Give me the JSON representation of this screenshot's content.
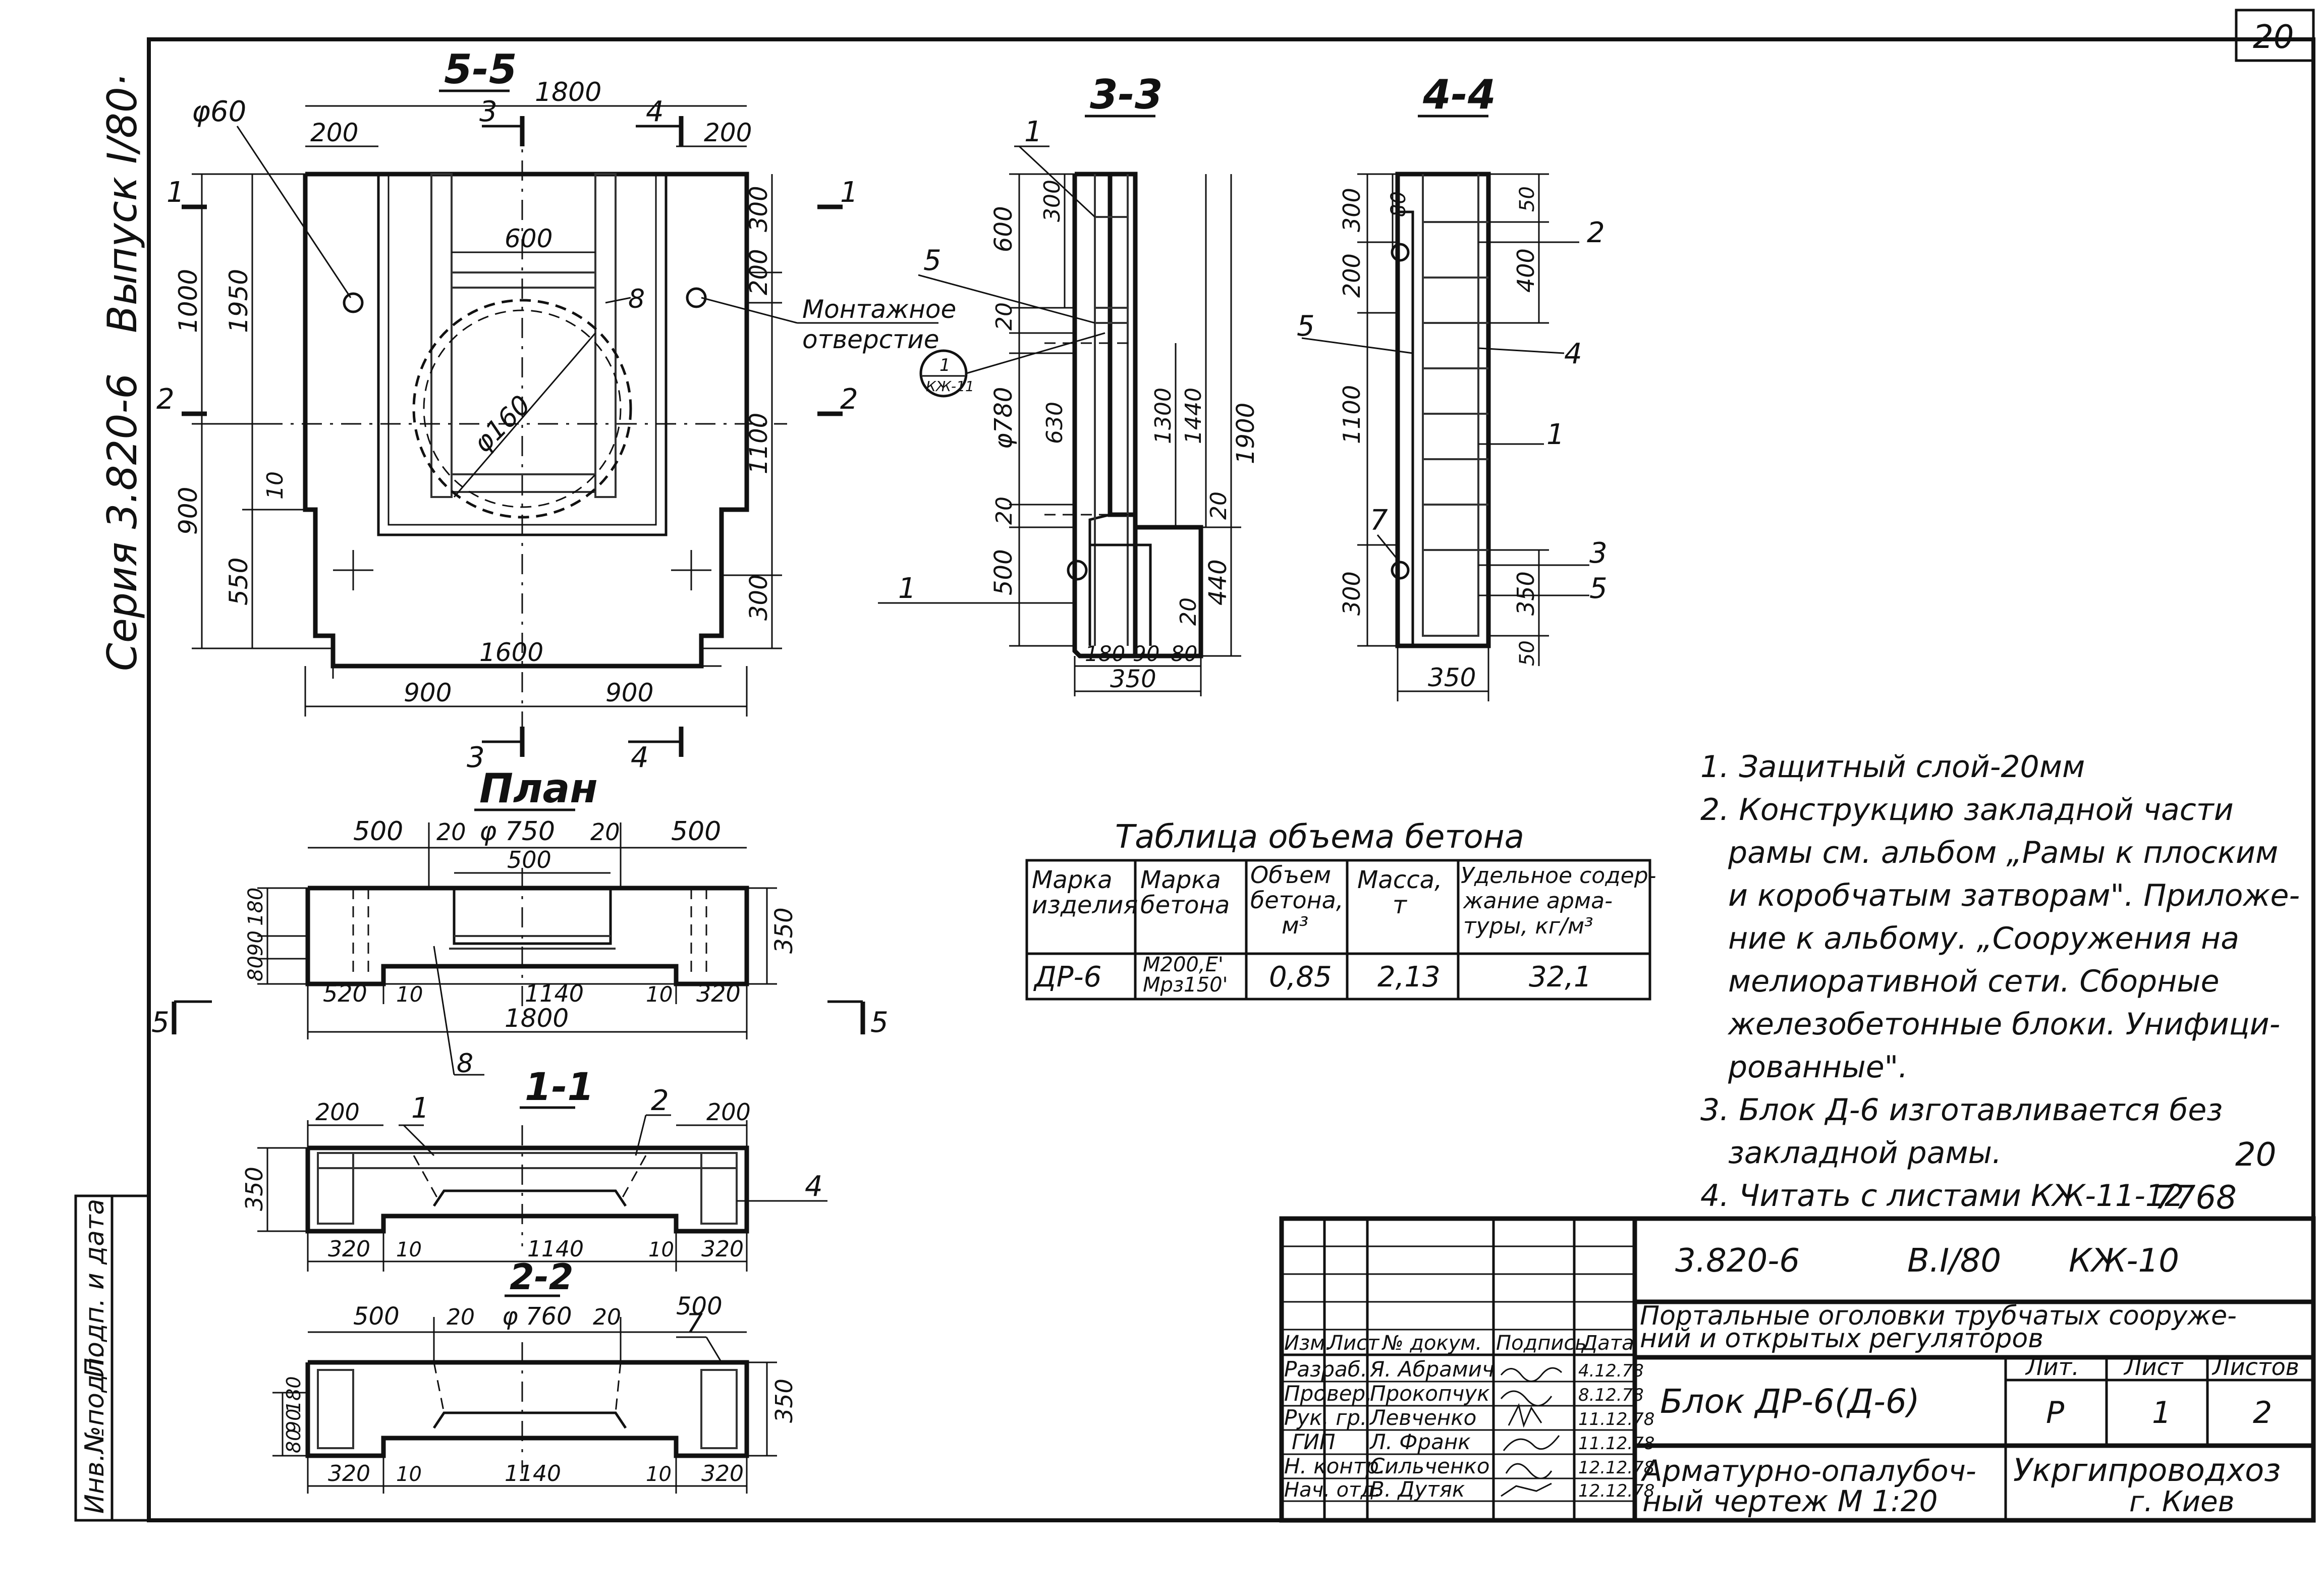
{
  "sheet_number": "20",
  "side_labels": {
    "issue": "Выпуск I/80·",
    "series": "Серия 3.820-6"
  },
  "left_stamp": {
    "inv": "Инв.№подл.",
    "sign": "Подп. и дата"
  },
  "views": {
    "section_55": {
      "title": "5-5",
      "dims": {
        "top_1800": "1800",
        "d200_l": "200",
        "d200_r": "200",
        "d600": "600",
        "d1600": "1600",
        "d900_l": "900",
        "d900_r": "900",
        "v1000": "1000",
        "v1950": "1950",
        "v900": "900",
        "v550": "550",
        "v10": "10",
        "v300_a": "300",
        "v200": "200",
        "v1100": "1100",
        "v300_b": "300"
      },
      "labels": {
        "phi60": "φ60",
        "phi160": "φ160",
        "mount_hole_1": "Монтажное",
        "mount_hole_2": "отверстие",
        "mark8": "8",
        "cut3_top": "3",
        "cut4_top": "4",
        "cut3_bot": "3",
        "cut4_bot": "4",
        "cut1_l": "1",
        "cut1_r": "1",
        "cut2_l": "2",
        "cut2_r": "2"
      }
    },
    "section_33": {
      "title": "3-3",
      "dims": {
        "v600": "600",
        "v300": "300",
        "v20a": "20",
        "phi780": "φ780",
        "v630": "630",
        "v20b": "20",
        "v500": "500",
        "v1300": "1300",
        "v1440": "1440",
        "v1900": "1900",
        "v20c": "20",
        "v440": "440",
        "v20d": "20",
        "h180": "180",
        "h90": "90",
        "h80": "80",
        "h350": "350"
      },
      "labels": {
        "m1": "1",
        "m5": "5",
        "m1b": "1",
        "callout_top": "1",
        "callout_bot": "КЖ-11"
      }
    },
    "section_44": {
      "title": "4-4",
      "dims": {
        "v300": "300",
        "v80": "80",
        "v200": "200",
        "v50": "50",
        "v400": "400",
        "v1100": "1100",
        "v300b": "300",
        "v350": "350",
        "v50b": "50",
        "h350": "350"
      },
      "labels": {
        "m2": "2",
        "m5": "5",
        "m4": "4",
        "m1": "1",
        "m7": "7",
        "m3": "3",
        "m5b": "5"
      }
    },
    "plan": {
      "title": "План",
      "dims": {
        "d500_l": "500",
        "d20_l": "20",
        "phi750": "φ 750",
        "d20_r": "20",
        "d500_r": "500",
        "d500_c": "500",
        "v180": "180",
        "v90": "90",
        "v80": "80",
        "v350": "350",
        "d520": "520",
        "d10_l": "10",
        "d1140": "1140",
        "d10_r": "10",
        "d320": "320",
        "d1800": "1800"
      },
      "labels": {
        "cut5_l": "5",
        "cut5_r": "5",
        "m8": "8"
      }
    },
    "section_11": {
      "title": "1-1",
      "dims": {
        "d200_l": "200",
        "d200_r": "200",
        "v350": "350",
        "d320_l": "320",
        "d10_l": "10",
        "d1140": "1140",
        "d10_r": "10",
        "d320_r": "320"
      },
      "labels": {
        "m1": "1",
        "m2": "2",
        "m4": "4"
      }
    },
    "section_22": {
      "title": "2-2",
      "dims": {
        "d500_l": "500",
        "d20_l": "20",
        "phi760": "φ 760",
        "d20_r": "20",
        "d500_r": "500",
        "v80": "80",
        "v90": "90",
        "v180": "180",
        "v350": "350",
        "d320_l": "320",
        "d10_l": "10",
        "d1140": "1140",
        "d10_r": "10",
        "d320_r": "320"
      },
      "labels": {
        "m7": "7"
      }
    }
  },
  "concrete_table": {
    "title": "Таблица объема бетона",
    "headers": [
      "Марка изделия",
      "Марка бетона",
      "Объем бетона, м³",
      "Масса, т",
      "Удельное содержание арматуры, кг/м³"
    ],
    "header_lines": [
      [
        "Марка",
        "изделия"
      ],
      [
        "Марка",
        "бетона"
      ],
      [
        "Объем",
        "бетона,",
        "м³"
      ],
      [
        "Масса,",
        "т"
      ],
      [
        "Удельное содер-",
        "жание арма-",
        "туры, кг/м³"
      ]
    ],
    "row": [
      "ДР-6",
      "М200,Е',Мрз150'",
      "0,85",
      "2,13",
      "32,1"
    ],
    "row_grade_lines": [
      "М200,Е'",
      "Мрз150'"
    ]
  },
  "notes": {
    "lines": [
      "1. Защитный слой-20мм",
      "2. Конструкцию закладной части",
      "рамы см. альбом „Рамы к плоским",
      "и коробчатым затворам\". Приложе-",
      "ние к альбому. „Сооружения на",
      "мелиоративной сети. Сборные",
      "железобетонные блоки. Унифици-",
      "рованные\".",
      "3. Блок Д-6 изготавливается без",
      "закладной рамы.",
      "4. Читать с листами КЖ-11-12"
    ],
    "margin_num": "20",
    "doc_num": "7768"
  },
  "title_block": {
    "code": "3.820-6",
    "issue": "В.I/80",
    "sheet_code": "КЖ-10",
    "project_name_1": "Портальные оголовки трубчатых сооруже-",
    "project_name_2": "ний и открытых регуляторов",
    "sheet_name": "Блок ДР-6(Д-6)",
    "drawing_name_1": "Арматурно-опалубоч-",
    "drawing_name_2": "ный чертеж М 1:20",
    "org_1": "Укргипроводхоз",
    "org_2": "г. Киев",
    "lit_header": "Лит.",
    "sheet_header": "Лист",
    "sheets_header": "Листов",
    "lit": "Р",
    "sheet": "1",
    "sheets": "2",
    "head": [
      "Изм.",
      "Лист",
      "№ докум.",
      "Подпись",
      "Дата"
    ],
    "signers": [
      {
        "role": "Разраб.",
        "name": "Я. Абрамич",
        "date": "4.12.78"
      },
      {
        "role": "Провер.",
        "name": "Прокопчук",
        "date": "8.12.78"
      },
      {
        "role": "Рук. гр.",
        "name": "Левченко",
        "date": "11.12.78"
      },
      {
        "role": "ГИП",
        "name": "Л. Франк",
        "date": "11.12.78"
      },
      {
        "role": "Н. контр.",
        "name": "Сильченко",
        "date": "12.12.78"
      },
      {
        "role": "Нач. отд.",
        "name": "В. Дутяк",
        "date": "12.12.78"
      }
    ]
  }
}
